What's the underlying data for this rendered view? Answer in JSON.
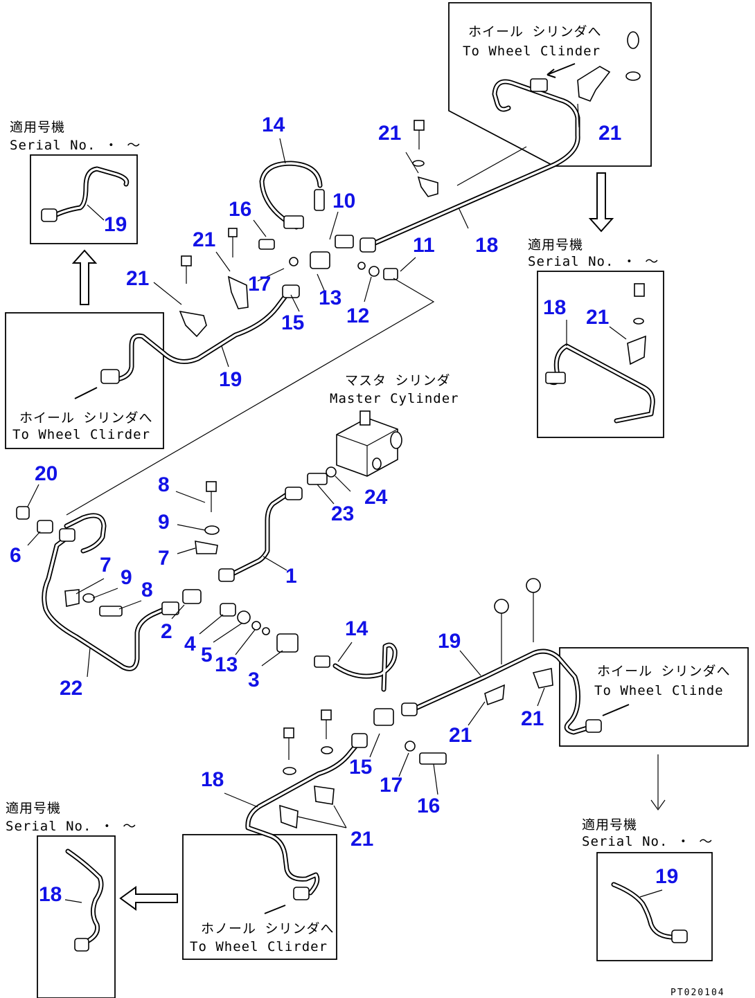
{
  "figure_code": "PT020104",
  "captions": {
    "wheel_jp": "ホイール シリンダへ",
    "wheel_tr": "ホイール シリンダへ",
    "wheel_tr_en": "To Wheel Clinder",
    "wheel_ml_en": "To Wheel Clirder",
    "wheel_mr_en": "To Wheel Clinde",
    "wheel_bc_jp": "ホノール シリンダへ",
    "wheel_bc_en": "To Wheel Clirder",
    "serial_jp": "適用号機",
    "serial_en": "Serial No.  ・  ～",
    "master_jp": "マスタ シリンダ",
    "master_en": "Master Cylinder"
  },
  "part_numbers": {
    "p1": "1",
    "p2": "2",
    "p3": "3",
    "p4": "4",
    "p5": "5",
    "p6": "6",
    "p7": "7",
    "p8": "8",
    "p9": "9",
    "p10": "10",
    "p11": "11",
    "p12": "12",
    "p13": "13",
    "p14": "14",
    "p15": "15",
    "p16": "16",
    "p17": "17",
    "p18": "18",
    "p19": "19",
    "p20": "20",
    "p21": "21",
    "p22": "22",
    "p23": "23",
    "p24": "24"
  }
}
